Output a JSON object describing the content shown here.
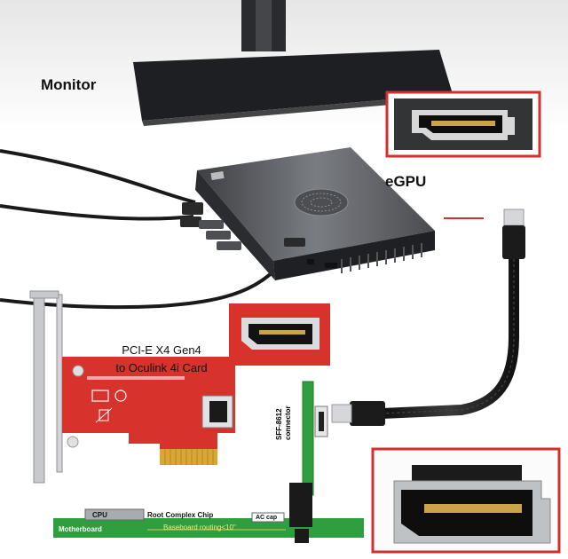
{
  "labels": {
    "monitor": "Monitor",
    "egpu": "eGPU",
    "card_line1": "PCI-E X4 Gen4",
    "card_line2": "to Oculink 4i Card",
    "connector_line1": "SFF-8612",
    "connector_line2": "connector",
    "cpu": "CPU",
    "root_complex": "Root Complex Chip",
    "ac_cap": "AC cap",
    "motherboard": "Motherboard",
    "baseboard_routing": "Baseboard routing<10\""
  },
  "colors": {
    "callout_border": "#d32f2f",
    "pcb_red": "#d8322c",
    "motherboard_green": "#2e9e3e",
    "egpu_body": "#5a5c60",
    "cable_black": "#1c1c1c",
    "connector_silver": "#d5d7da"
  },
  "icons": [
    "fan-grille-icon",
    "fc-mark-icon",
    "ce-mark-icon",
    "recycle-bin-icon"
  ]
}
